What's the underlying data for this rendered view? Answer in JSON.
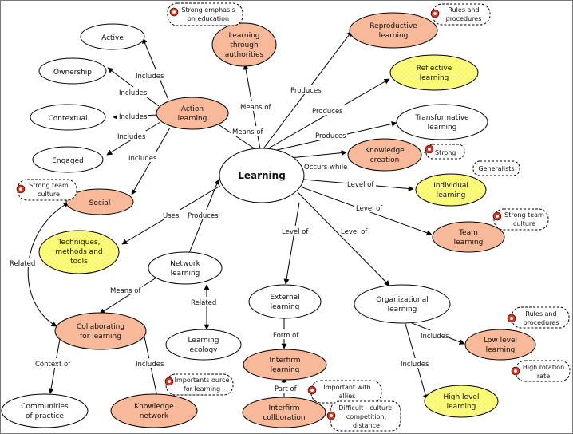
{
  "colors": {
    "salmon": "#f7b99a",
    "white": "#ffffff",
    "yellow": "#ffff66",
    "line": "#000000",
    "notes_icon": "#e0301e"
  },
  "nodes": {
    "learning": "Learning",
    "action_learning": [
      "Action",
      "learning"
    ],
    "learning_through_authorities": [
      "Learning",
      "through",
      "authorities"
    ],
    "reproductive_learning": [
      "Reproductive",
      "learning"
    ],
    "reflective_learning": [
      "Reflective",
      "learning"
    ],
    "transformative_learning": [
      "Transformative",
      "learning"
    ],
    "knowledge_creation": [
      "Knowledge",
      "creation"
    ],
    "individual_learning": [
      "Individual",
      "learning"
    ],
    "team_learning": [
      "Team",
      "learning"
    ],
    "organizational_learning": [
      "Organizational",
      "learning"
    ],
    "external_learning": [
      "External",
      "learning"
    ],
    "network_learning": [
      "Network",
      "learning"
    ],
    "learning_ecology": [
      "Learning",
      "ecology"
    ],
    "techniques": [
      "Techniques,",
      "methods and",
      "tools"
    ],
    "collaborating": [
      "Collaborating",
      "for learning"
    ],
    "communities": [
      "Communities",
      "of practice"
    ],
    "knowledge_network": [
      "Knowledge",
      "network"
    ],
    "interfirm_learning": [
      "Interfirm",
      "learning"
    ],
    "interfirm_collaboration": [
      "Interfirm",
      "collboration"
    ],
    "low_level_learning": [
      "Low level",
      "learning"
    ],
    "high_level_learning": [
      "High level",
      "learning"
    ],
    "social": "Social",
    "active": "Active",
    "ownership": "Ownership",
    "contextual": "Contextual",
    "engaged": "Engaged"
  },
  "notes": {
    "strong_emphasis": [
      "Strong emphasis",
      "on education"
    ],
    "rules_procedures_top": [
      "Rules and",
      "procedures"
    ],
    "strong": "Strong",
    "generalists": "Generalists",
    "strong_team_culture_right": [
      "Strong team",
      "culture"
    ],
    "strong_team_culture_left": [
      "Strong team",
      "culture"
    ],
    "rules_procedures_low": [
      "Rules and",
      "procedures"
    ],
    "high_rotation": [
      "High rotation",
      "rate"
    ],
    "important_source": [
      "Importants ource",
      "for learning"
    ],
    "important_allies": [
      "Important with",
      "allies"
    ],
    "difficult": [
      "Difficult - culture,",
      "competition,",
      "distance"
    ]
  },
  "edges": {
    "includes": "Includes",
    "means_of": "Means of",
    "produces": "Produces",
    "occurs_while": "Occurs while",
    "level_of": "Level of",
    "uses": "Uses",
    "related": "Related",
    "form_of": "Form of",
    "part_of": "Part of",
    "context_of": "Context of"
  }
}
